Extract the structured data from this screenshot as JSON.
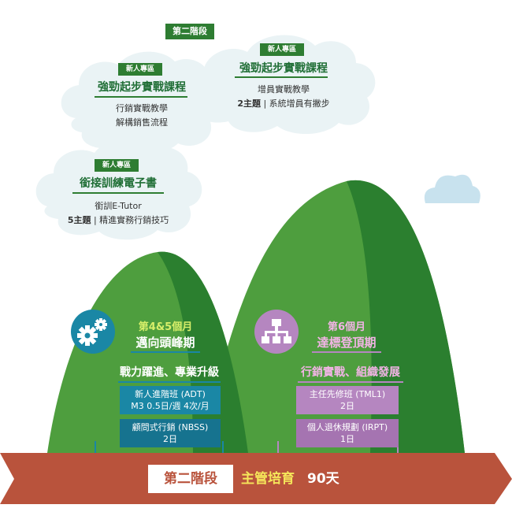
{
  "stage_tag": "第二階段",
  "clouds": [
    {
      "badge": "新人專區",
      "title": "強勁起步實戰課程",
      "line1": "增員實戰教學",
      "line2_bold": "2主題",
      "line2_rest": "系統增員有撇步"
    },
    {
      "badge": "新人專區",
      "title": "強勁起步實戰課程",
      "line1": "行銷實戰教學",
      "line2": "解構銷售流程"
    },
    {
      "badge": "新人專區",
      "title": "銜接訓練電子書",
      "line1": "銜訓E-Tutor",
      "line2_bold": "5主題",
      "line2_rest": "精進實務行銷技巧"
    }
  ],
  "mountains": [
    {
      "period": "第4&5個月",
      "phase": "邁向頭峰期",
      "subtitle": "戰力躍進、專業升級",
      "icon": "gears-icon",
      "boxes": [
        {
          "line1": "新人進階班 (ADT)",
          "line2": "M3  0.5日/週  4次/月"
        },
        {
          "line1": "顧問式行銷 (NBSS)",
          "line2": "2日"
        }
      ]
    },
    {
      "period": "第6個月",
      "phase": "達標登頂期",
      "subtitle": "行銷實戰、組織發展",
      "icon": "org-chart-icon",
      "boxes": [
        {
          "line1": "主任先修班 (TML1)",
          "line2": "2日"
        },
        {
          "line1": "個人退休規劃 (IRPT)",
          "line2": "1日"
        }
      ]
    }
  ],
  "ribbon": {
    "stage": "第二階段",
    "title": "主管培育",
    "days": "90天"
  },
  "colors": {
    "mountain_light": "#4e9e3e",
    "mountain_dark": "#2b7f2f",
    "ribbon": "#b9533c",
    "ribbon_dark": "#8c3a28",
    "teal": "#1a87a5",
    "purple": "#b586c0",
    "badge_green": "#2e7d32",
    "cloud": "#eaf3f5",
    "small_cloud": "#c8e2ee"
  }
}
